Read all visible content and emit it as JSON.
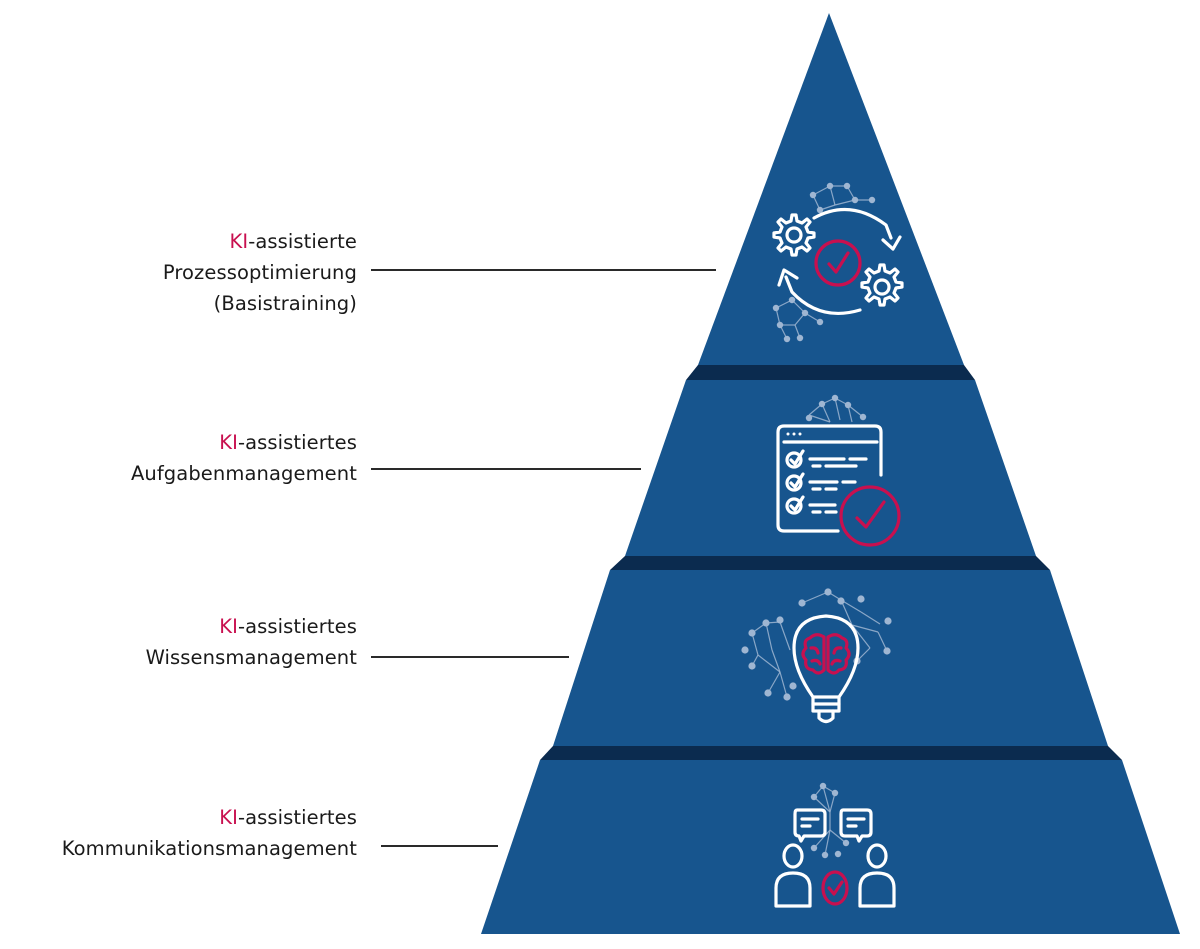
{
  "title": "KI-Pyramide",
  "colors": {
    "layer_fill": "#17558e",
    "layer_shadow": "#0b2b4f",
    "accent": "#c8104f",
    "icon_stroke": "#ffffff",
    "network": "#9fb6d2",
    "text": "#1a1a1a"
  },
  "levels": [
    {
      "prefix": "KI",
      "rest_line1": "-assistierte",
      "line2": "Prozessoptimierung",
      "line3": "(Basistraining)",
      "icon": "gears-cycle-check-icon"
    },
    {
      "prefix": "KI",
      "rest_line1": "-assistiertes",
      "line2": "Aufgabenmanagement",
      "line3": "",
      "icon": "task-checklist-icon"
    },
    {
      "prefix": "KI",
      "rest_line1": "-assistiertes",
      "line2": "Wissensmanagement",
      "line3": "",
      "icon": "lightbulb-brain-icon"
    },
    {
      "prefix": "KI",
      "rest_line1": "-assistiertes",
      "line2": "Kommunikationsmanagement",
      "line3": "",
      "icon": "people-chat-check-icon"
    }
  ]
}
